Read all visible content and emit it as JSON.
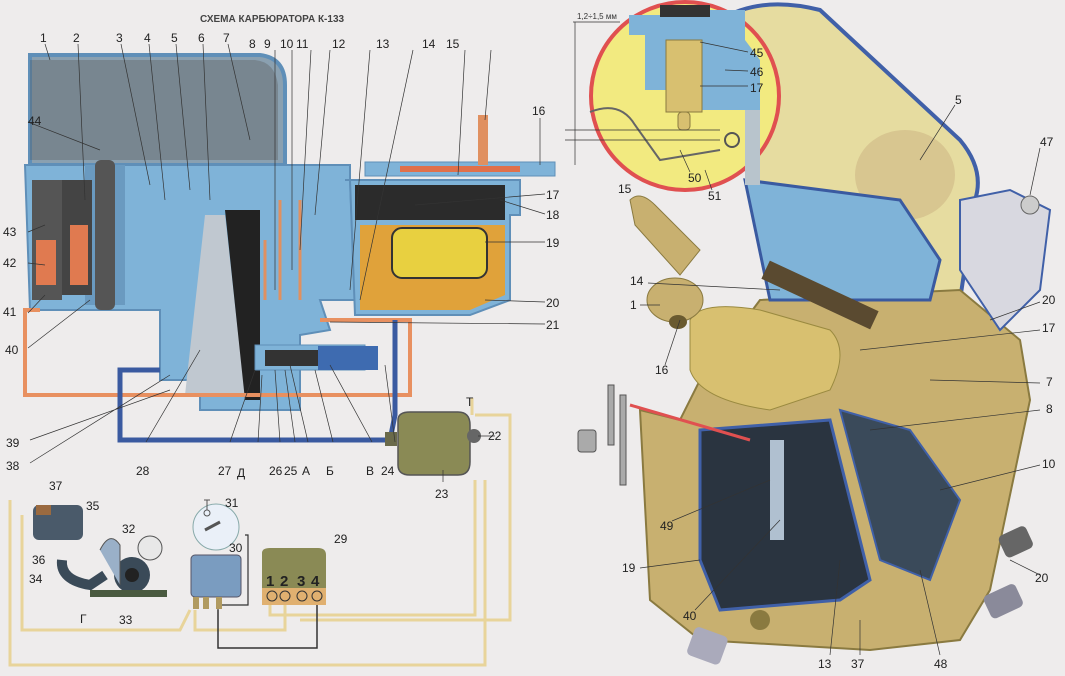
{
  "title": "СХЕМА КАРБЮРАТОРА К-133",
  "dimension_label": "1,2÷1,5 мм",
  "colors": {
    "body": "#7fb3d8",
    "dark": "#333",
    "fuel": "#e0a23a",
    "air_line": "#e89060",
    "vacuum_line": "#3a5aa0",
    "wire": "#e8d49a",
    "solenoid": "#8a8a55",
    "brass": "#c8b070",
    "magnifier_border": "#e05050",
    "magnifier_fill": "#f2ea80"
  },
  "schematic_labels": {
    "l1": "1",
    "l2": "2",
    "l3": "3",
    "l4": "4",
    "l5": "5",
    "l6": "6",
    "l7": "7",
    "l8": "8",
    "l9": "9",
    "l10": "10",
    "l11": "11",
    "l12": "12",
    "l13": "13",
    "l14": "14",
    "l15": "15",
    "l16": "16",
    "l17": "17",
    "l18": "18",
    "l19": "19",
    "l20": "20",
    "l21": "21",
    "l22": "22",
    "l23": "23",
    "l24": "24",
    "l25": "25",
    "l26": "26",
    "l27": "27",
    "l28": "28",
    "l29": "29",
    "l30": "30",
    "l31": "31",
    "l32": "32",
    "l33": "33",
    "l34": "34",
    "l35": "35",
    "l36": "36",
    "l37": "37",
    "l38": "38",
    "l39": "39",
    "l40": "40",
    "l41": "41",
    "l42": "42",
    "l43": "43",
    "l44": "44",
    "A": "А",
    "B": "Б",
    "V": "В",
    "G": "Г",
    "D": "Д",
    "T": "T"
  },
  "relay_terminals": [
    "1",
    "2",
    "3",
    "4"
  ],
  "cutaway_labels": {
    "l45": "45",
    "l46": "46",
    "l17a": "17",
    "l50": "50",
    "l51": "51",
    "l15": "15",
    "l5": "5",
    "l47": "47",
    "l14": "14",
    "l1": "1",
    "l16": "16",
    "l20a": "20",
    "l17b": "17",
    "l7": "7",
    "l8": "8",
    "l10": "10",
    "l49": "49",
    "l19": "19",
    "l40": "40",
    "l13": "13",
    "l37": "37",
    "l48": "48",
    "l20b": "20"
  }
}
